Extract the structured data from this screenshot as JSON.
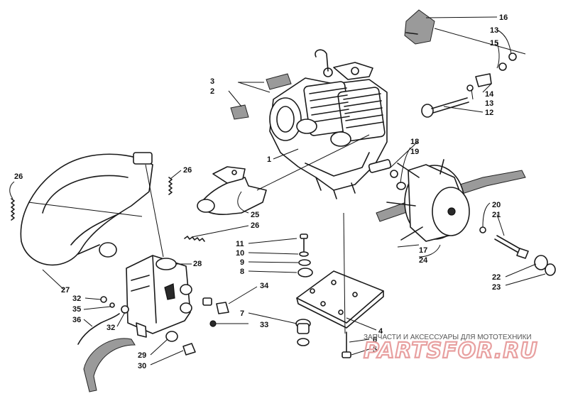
{
  "callouts": {
    "c1": "1",
    "c2": "2",
    "c3": "3",
    "c4": "4",
    "c5": "5",
    "c6": "6",
    "c7": "7",
    "c8": "8",
    "c9": "9",
    "c10": "10",
    "c11": "11",
    "c12": "12",
    "c13a": "13",
    "c13b": "13",
    "c14": "14",
    "c15": "15",
    "c16": "16",
    "c17": "17",
    "c18": "18",
    "c19": "19",
    "c20": "20",
    "c21": "21",
    "c22": "22",
    "c23": "23",
    "c24": "24",
    "c25": "25",
    "c26a": "26",
    "c26b": "26",
    "c26c": "26",
    "c27": "27",
    "c28": "28",
    "c29": "29",
    "c30": "30",
    "c32a": "32",
    "c32b": "32",
    "c33": "33",
    "c34": "34",
    "c35": "35",
    "c36": "36"
  },
  "watermark": {
    "caption": "ЗАПЧАСТИ И АКСЕССУАРЫ ДЛЯ МОТОТЕХНИКИ",
    "logo": "PARTSFOR.RU"
  },
  "colors": {
    "ink": "#1a1a1a",
    "watermark_logo": "#e8a0a0"
  }
}
